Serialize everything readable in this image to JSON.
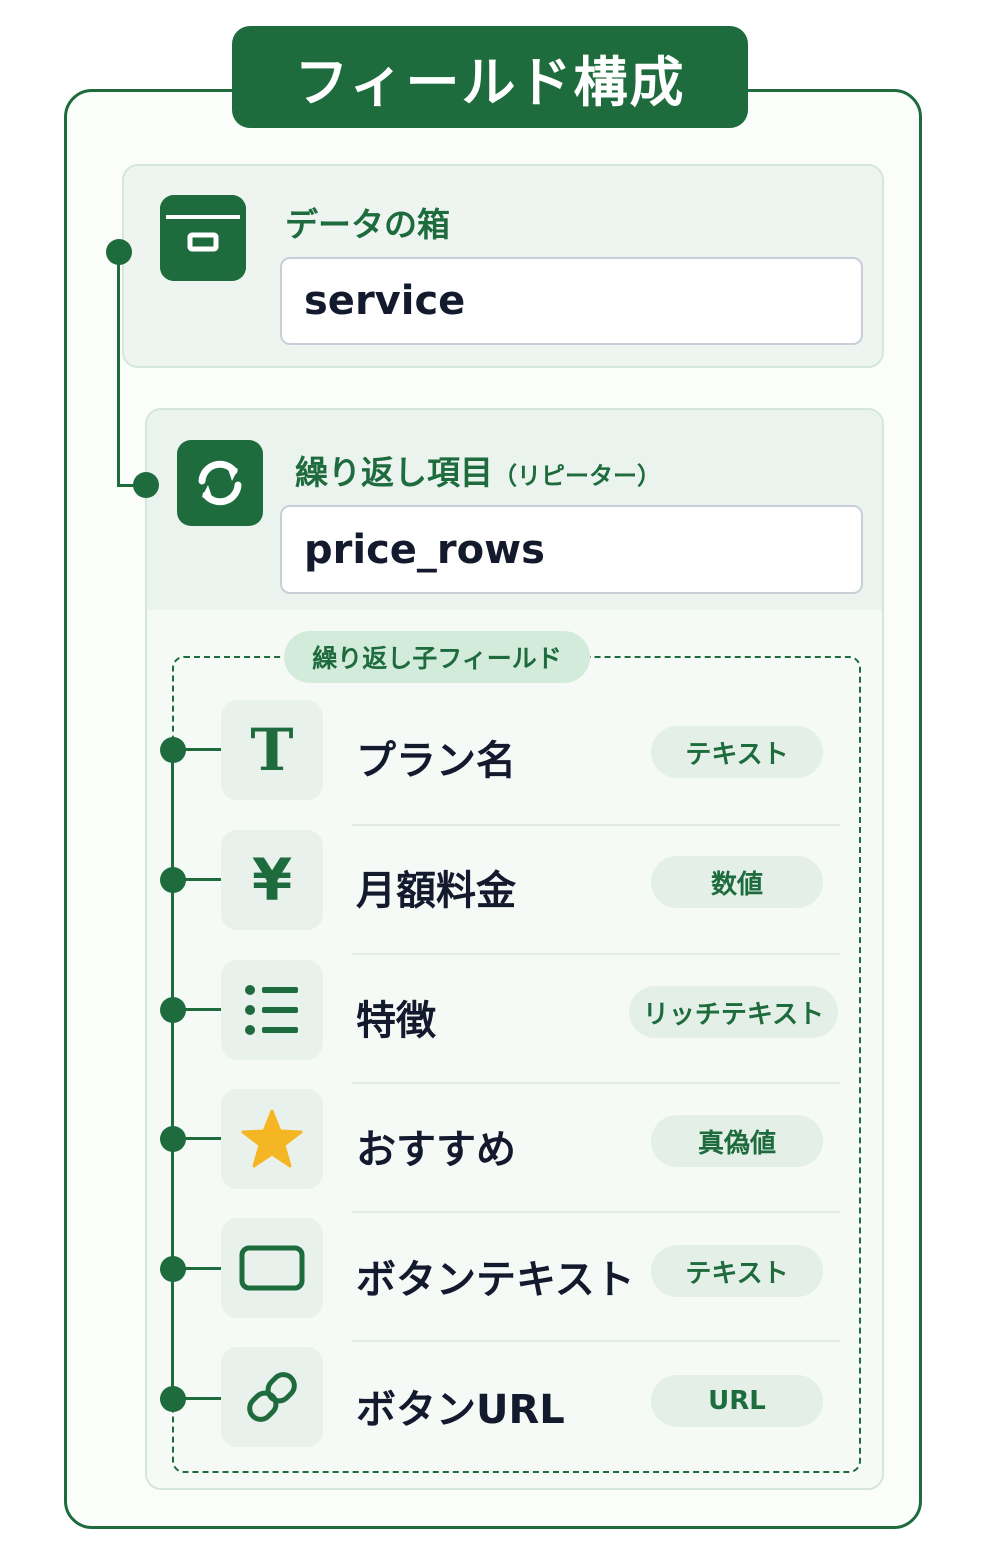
{
  "title": "フィールド構成",
  "container": {
    "label": "データの箱",
    "value": "service",
    "icon": "archive-box-icon"
  },
  "repeater": {
    "label": "繰り返し項目",
    "label_sub": "（リピーター）",
    "value": "price_rows",
    "icon": "refresh-icon",
    "children_title": "繰り返し子フィールド"
  },
  "fields": [
    {
      "label": "プラン名",
      "type": "テキスト",
      "icon": "text-icon",
      "glyph": "T"
    },
    {
      "label": "月額料金",
      "type": "数値",
      "icon": "yen-icon",
      "glyph": "¥"
    },
    {
      "label": "特徴",
      "type": "リッチテキスト",
      "icon": "list-icon"
    },
    {
      "label": "おすすめ",
      "type": "真偽値",
      "icon": "star-icon"
    },
    {
      "label": "ボタンテキスト",
      "type": "テキスト",
      "icon": "button-icon"
    },
    {
      "label": "ボタンURL",
      "type": "URL",
      "icon": "link-icon"
    }
  ],
  "colors": {
    "brand_green": "#1e6b3d",
    "star_yellow": "#f5b623"
  }
}
